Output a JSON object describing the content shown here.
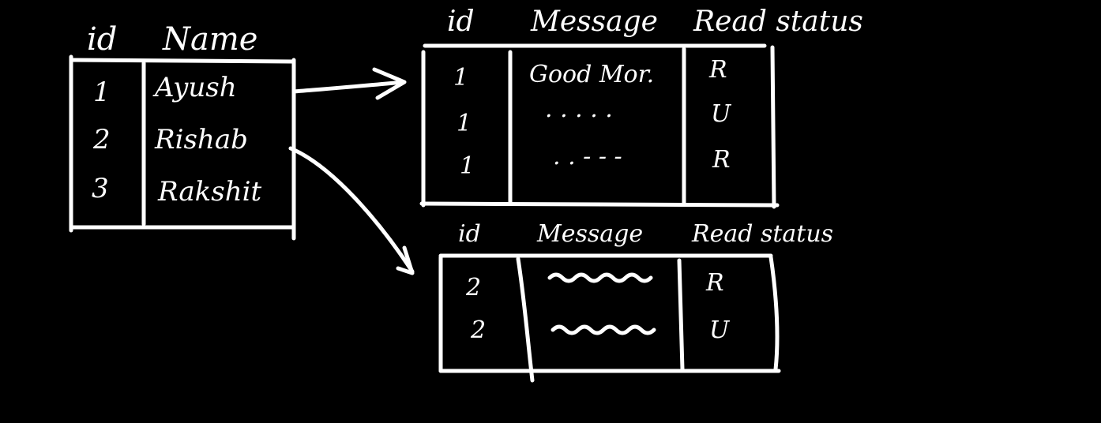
{
  "stroke_color": "#ffffff",
  "background_color": "#000000",
  "users_table": {
    "headers": {
      "id": "id",
      "name": "Name"
    },
    "rows": [
      {
        "id": "1",
        "name": "Ayush"
      },
      {
        "id": "2",
        "name": "Rishab"
      },
      {
        "id": "3",
        "name": "Rakshit"
      }
    ]
  },
  "messages_table_top": {
    "headers": {
      "id": "id",
      "message": "Message",
      "read_status": "Read status"
    },
    "rows": [
      {
        "id": "1",
        "message": "Good Mor.",
        "read_status": "R"
      },
      {
        "id": "1",
        "message": ". . . . .",
        "read_status": "U"
      },
      {
        "id": "1",
        "message": ". . - - -",
        "read_status": "R"
      }
    ]
  },
  "messages_table_bottom": {
    "headers": {
      "id": "id",
      "message": "Message",
      "read_status": "Read status"
    },
    "rows": [
      {
        "id": "2",
        "message": "〰〰",
        "read_status": "R"
      },
      {
        "id": "2",
        "message": "〰〰",
        "read_status": "U"
      }
    ]
  },
  "arrows": [
    {
      "from": "Ayush",
      "to": "messages_table_top"
    },
    {
      "from": "Rishab",
      "to": "messages_table_bottom"
    }
  ]
}
